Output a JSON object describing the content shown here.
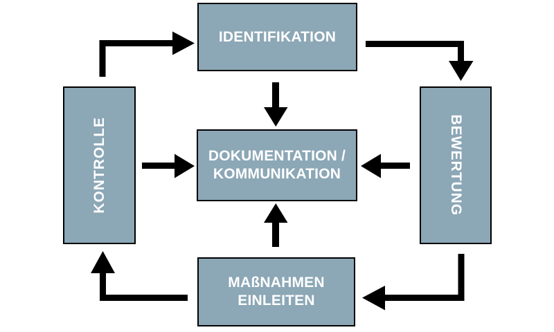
{
  "palette": {
    "background": "#ffffff",
    "node_fill": "#8ca7b6",
    "node_border": "#000000",
    "arrow_color": "#000000",
    "label_color": "#ffffff"
  },
  "nodes": {
    "identifikation": {
      "label": "IDENTIFIKATION"
    },
    "bewertung": {
      "label": "BEWERTUNG"
    },
    "kontrolle": {
      "label": "KONTROLLE"
    },
    "massnahmen_einleiten": {
      "lines": [
        "MAßNAHMEN",
        "EINLEITEN"
      ]
    },
    "dokumentation_kommunikation": {
      "lines": [
        "DOKUMENTATION /",
        "KOMMUNIKATION"
      ]
    }
  },
  "flows": [
    {
      "from": "KONTROLLE",
      "to": "IDENTIFIKATION"
    },
    {
      "from": "IDENTIFIKATION",
      "to": "BEWERTUNG"
    },
    {
      "from": "BEWERTUNG",
      "to": "MAßNAHMEN EINLEITEN"
    },
    {
      "from": "MAßNAHMEN EINLEITEN",
      "to": "KONTROLLE"
    },
    {
      "from": "IDENTIFIKATION",
      "to": "DOKUMENTATION / KOMMUNIKATION"
    },
    {
      "from": "KONTROLLE",
      "to": "DOKUMENTATION / KOMMUNIKATION"
    },
    {
      "from": "BEWERTUNG",
      "to": "DOKUMENTATION / KOMMUNIKATION"
    },
    {
      "from": "MAßNAHMEN EINLEITEN",
      "to": "DOKUMENTATION / KOMMUNIKATION"
    }
  ]
}
